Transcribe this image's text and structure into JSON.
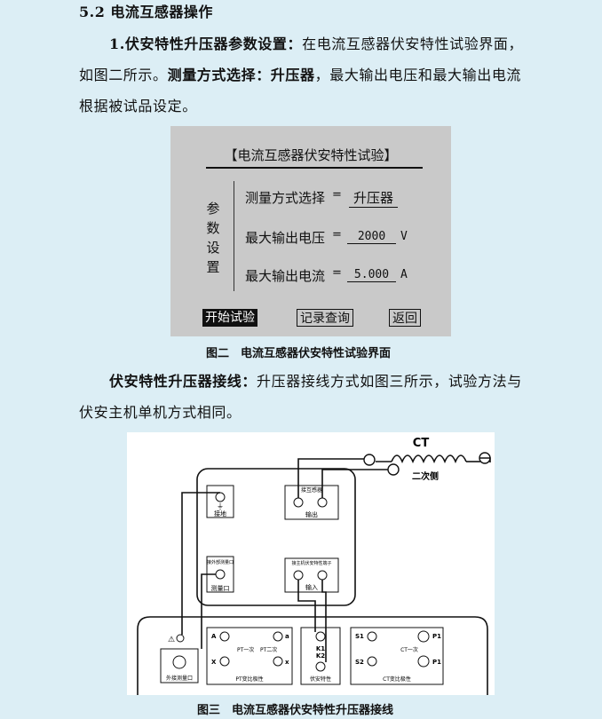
{
  "heading": "5.2 电流互感器操作",
  "para1": {
    "lead_bold": "1.伏安特性升压器参数设置：",
    "text_a": "在电流互感器伏安特性试验界面，如图二所示。",
    "mid_bold": "测量方式选择：升压器",
    "text_b": "，最大输出电压和最大输出电流根据被试品设定。"
  },
  "figure2": {
    "title": "【电流互感器伏安特性试验】",
    "side_label": [
      "参",
      "数",
      "设",
      "置"
    ],
    "rows": [
      {
        "label": "测量方式选择",
        "eq": "=",
        "value": "升压器",
        "unit": ""
      },
      {
        "label": "最大输出电压",
        "eq": "=",
        "value": "2000",
        "unit": "V"
      },
      {
        "label": "最大输出电流",
        "eq": "=",
        "value": "5.000",
        "unit": "A"
      }
    ],
    "buttons": {
      "start": "开始试验",
      "log": "记录查询",
      "back": "返回"
    },
    "caption": "图二　电流互感器伏安特性试验界面"
  },
  "para2": {
    "lead_bold": "伏安特性升压器接线：",
    "text": "升压器接线方式如图三所示，试验方法与伏安主机单机方式相同。"
  },
  "figure3": {
    "ct_label": "CT",
    "secondary_label": "二次侧",
    "box_ground_label": "接地",
    "box_output_top": "接互感器",
    "box_output_label": "输出",
    "box_measure_top": "接外部测量口",
    "box_measure_label": "测量口",
    "box_input_top": "接主机伏安特性端子",
    "box_input_label": "输入",
    "ext_label": "外接测量口",
    "pt_a": "A",
    "pt_a2": "a",
    "pt_x": "X",
    "pt_x2": "x",
    "pt_primary": "PT一次",
    "pt_secondary": "PT二次",
    "pt_group_label": "PT变比极性",
    "k1": "K1",
    "k2": "K2",
    "va_group_label": "伏安特性",
    "s1": "S1",
    "s2": "S2",
    "p1": "P1",
    "p1b": "P1",
    "ct_primary": "CT一次",
    "ct_group_label": "CT变比极性",
    "caption": "图三　电流互感器伏安特性升压器接线"
  }
}
